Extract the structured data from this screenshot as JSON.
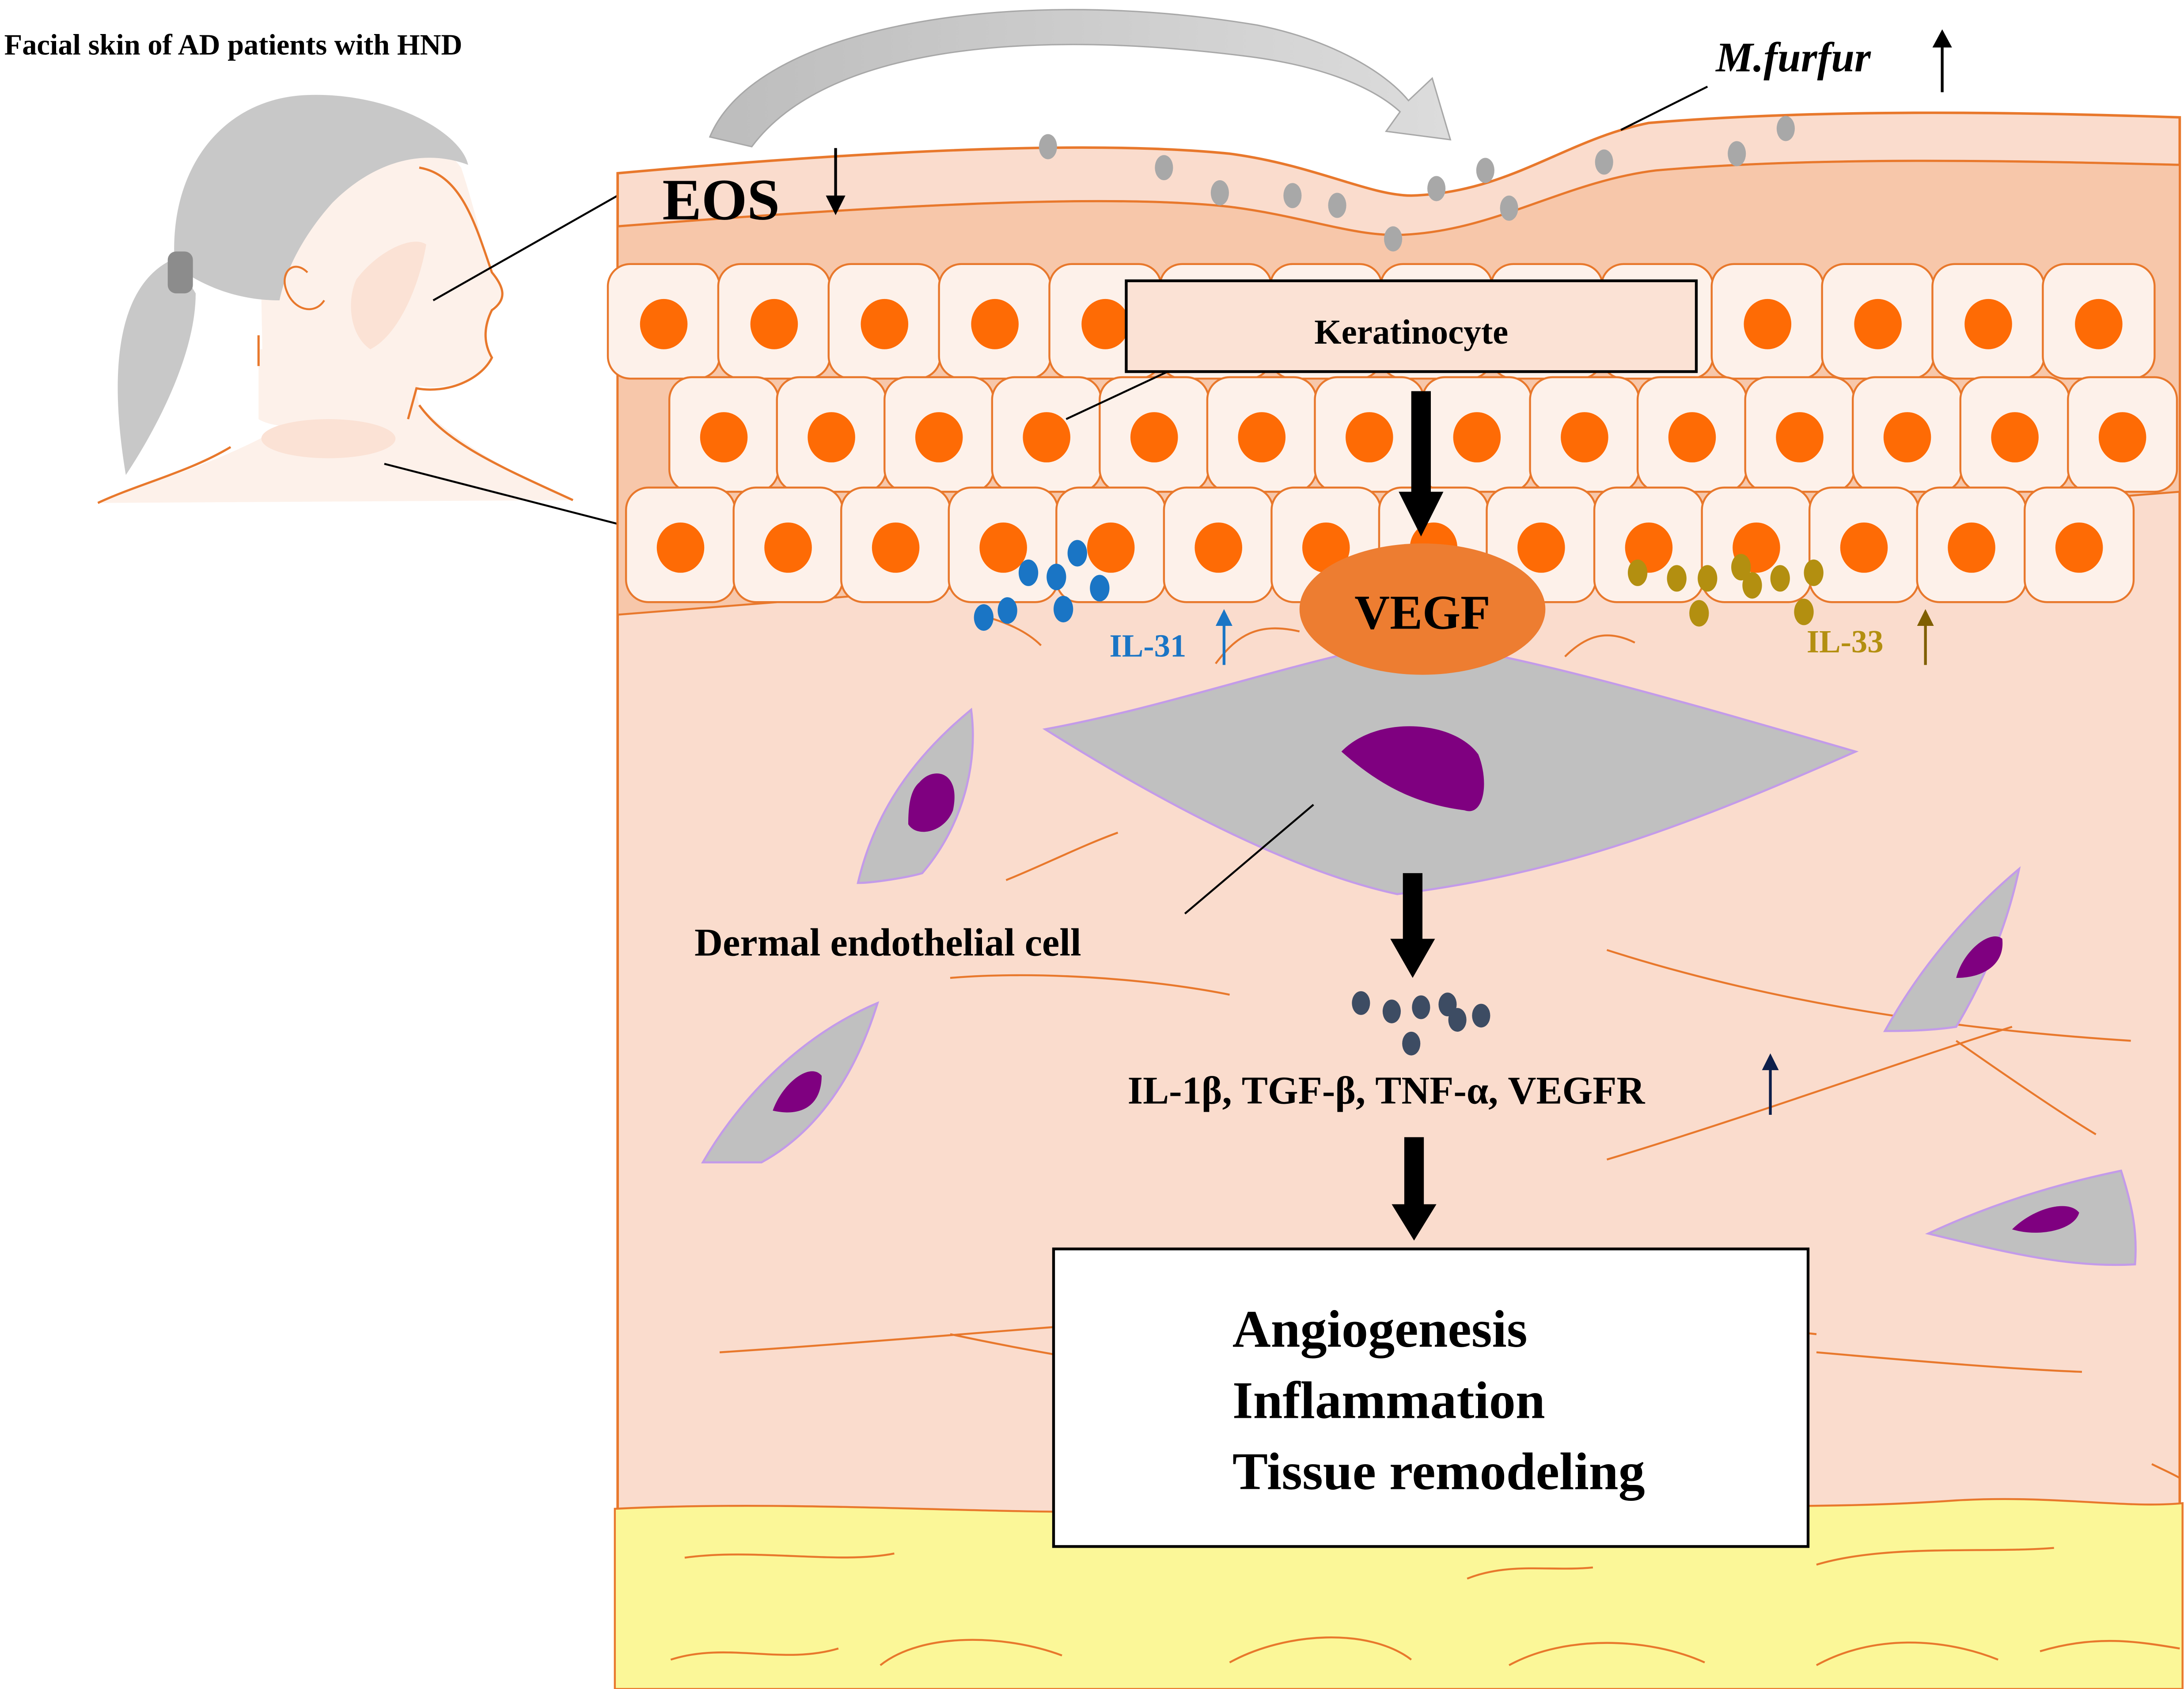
{
  "labels": {
    "head_caption": "Facial skin of AD patients with HND",
    "eos": "EOS",
    "m_furfur": "M.furfur",
    "keratinocyte": "Keratinocyte",
    "vegf": "VEGF",
    "il31": "IL-31",
    "il33": "IL-33",
    "dermal_endothelial_cell": "Dermal endothelial cell",
    "cytokines": "IL-1β, TGF-β, TNF-α, VEGFR",
    "outcomes": [
      "Angiogenesis",
      "Inflammation",
      "Tissue remodeling"
    ]
  },
  "colors": {
    "skin": "#fadccd",
    "epidermis_band": "#f7c7aa",
    "outline": "#e8782c",
    "nucleus": "#fe6b05",
    "vegf": "#ed7d31",
    "fat": "#fbf798",
    "endothelial_cell": "#c0c0c0",
    "cell_nucleus": "#7f0080",
    "il31": "#1a75c5",
    "il33": "#b38f10",
    "il33_arrow": "#7f5f00",
    "cytokine_dots": "#3d4c63",
    "vegfr_arrow": "#0d1f4a",
    "m_furfur_dots": "#a8a8a8",
    "arrow": "#000000"
  }
}
